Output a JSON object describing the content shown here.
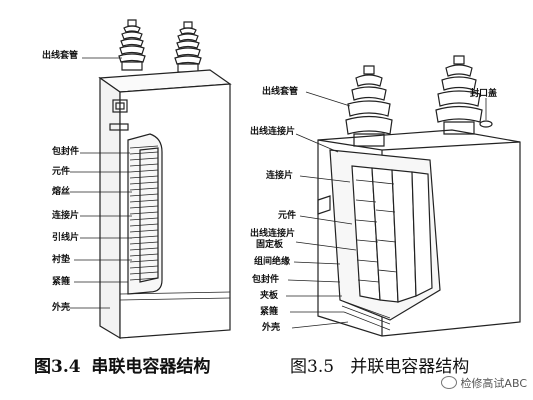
{
  "left_figure": {
    "caption_number": "图3.4",
    "caption_title": "串联电容器结构",
    "labels": {
      "bushing": "出线套管",
      "wrapping": "包封件",
      "element": "元件",
      "fuse": "熔丝",
      "connector": "连接片",
      "lead": "引线片",
      "pad": "衬垫",
      "tightener": "紧箍",
      "case": "外壳"
    }
  },
  "right_figure": {
    "caption_number": "图3.5",
    "caption_title": "并联电容器结构",
    "labels": {
      "bushing": "出线套管",
      "seal": "封口盖",
      "out_connector": "出线连接片",
      "connector": "连接片",
      "element": "元件",
      "fix_board_1": "出线连接片",
      "fix_board_2": "固定板",
      "group_insulation": "组间绝缘",
      "wrapping": "包封件",
      "clamp": "夹板",
      "tightener": "紧箍",
      "case": "外壳"
    }
  },
  "watermark": "检修高试ABC"
}
